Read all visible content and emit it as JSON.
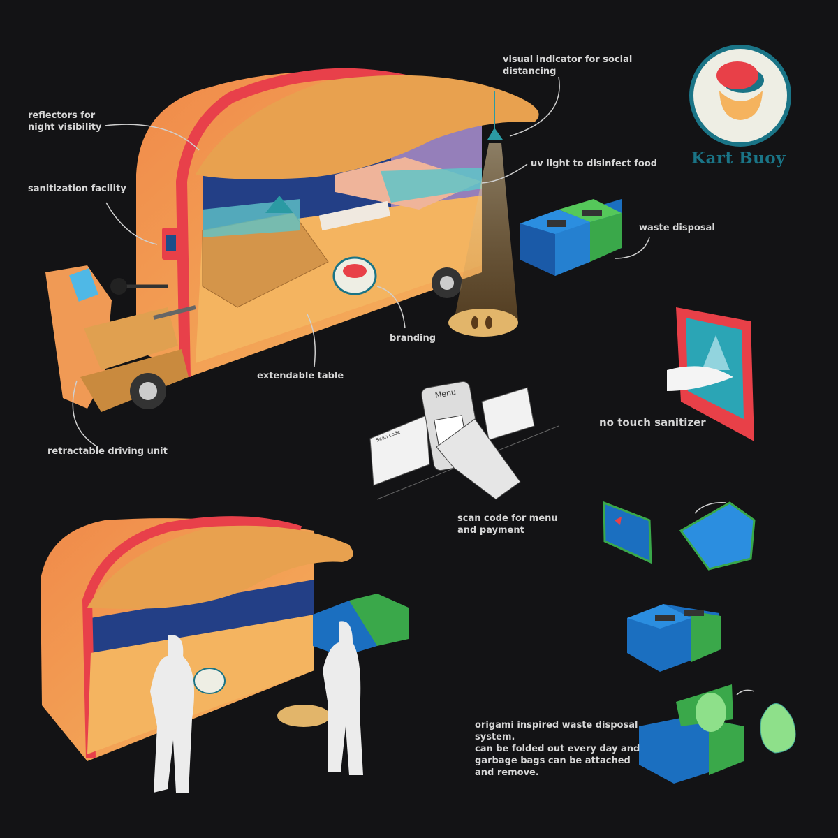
{
  "brand": {
    "name": "Kart Buoy",
    "colors": {
      "teal": "#1a7486",
      "red": "#e84048",
      "cream": "#eeeee4",
      "orange": "#f5b35e"
    }
  },
  "labels": {
    "reflectors": "reflectors for\nnight visibility",
    "sanitization": "sanitization facility",
    "visual_indicator": "visual indicator for social\ndistancing",
    "uv_light": "uv light to disinfect food",
    "waste_disposal": "waste disposal",
    "branding": "branding",
    "extendable_table": "extendable table",
    "retractable_driving": "retractable driving unit",
    "no_touch": "no touch sanitizer",
    "scan_code": "scan code for menu\nand payment",
    "origami": "origami inspired waste disposal\nsystem.\ncan be folded out every day and\ngarbage bags can be attached\nand remove."
  },
  "phone": {
    "menu": "Menu",
    "scan": "Scan code"
  }
}
